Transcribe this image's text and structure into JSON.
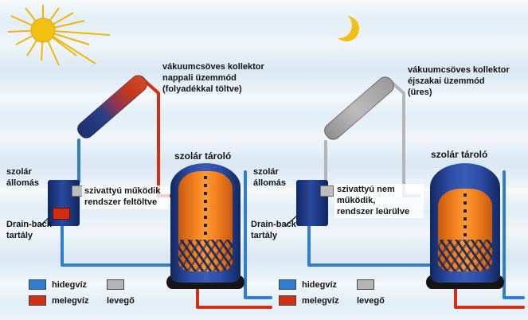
{
  "panels": [
    {
      "mode": "day",
      "collector_caption": "vákuumcsöves kollektor\nnappali üzemmód\n(folyadékkal töltve)",
      "tank_label": "szolár tároló",
      "station_label": "szolár\nállomás",
      "pump_status": "szivattyú működik\nrendszer feltöltve",
      "drainback_label": "Drain-back\ntartály"
    },
    {
      "mode": "night",
      "collector_caption": "vákuumcsöves kollektor\néjszakai üzemmód\n(üres)",
      "tank_label": "szolár tároló",
      "station_label": "szolár\nállomás",
      "pump_status": "szivattyú nem\nműködik,\nrendszer leürülve",
      "drainback_label": "Drain-back\ntartály"
    }
  ],
  "legend": {
    "cold": {
      "label": "hidegvíz",
      "color": "#2f7ed0"
    },
    "hot": {
      "label": "melegvíz",
      "color": "#d23014"
    },
    "air": {
      "label": "levegő",
      "color": "#b5b5b5"
    }
  },
  "colors": {
    "cold": "#2f7ed0",
    "hot": "#d23014",
    "air": "#b5b5b5",
    "tank-blue": "#1c3a8e",
    "tank-orange": "#f5831f",
    "sun-yellow": "#f2c012"
  }
}
